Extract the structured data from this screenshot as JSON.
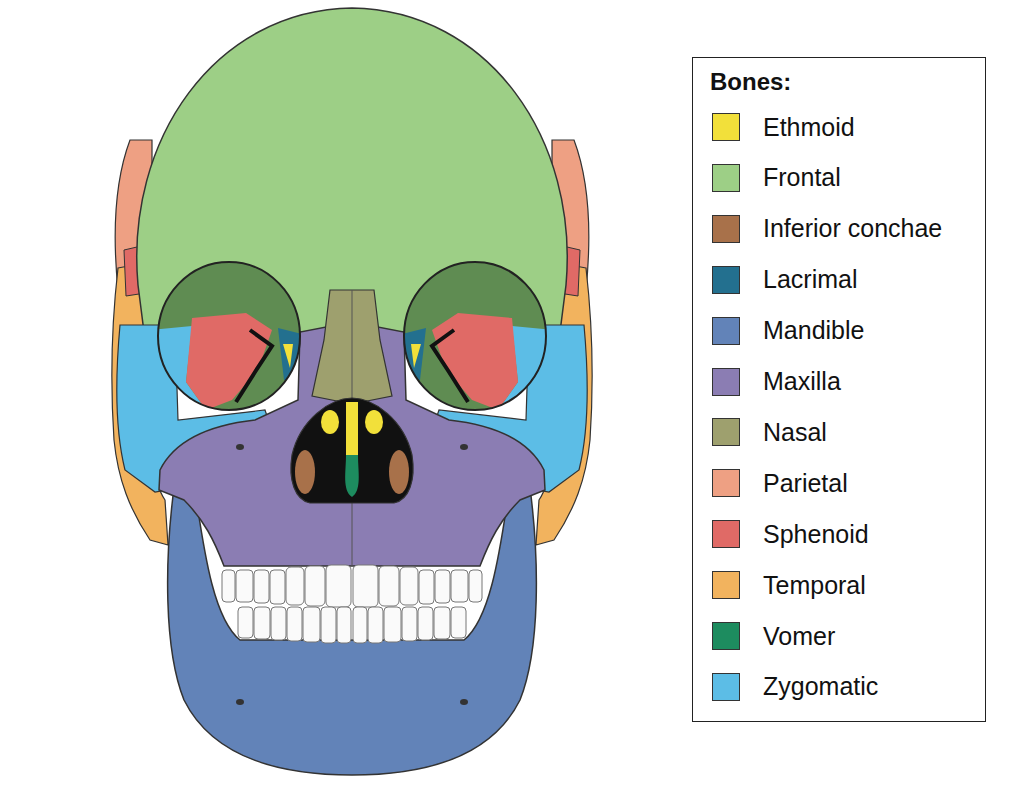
{
  "diagram": {
    "labels": [
      "Bones:"
    ],
    "legend": [
      {
        "text": "Ethmoid",
        "color": "#f2e03a"
      },
      {
        "text": "Frontal",
        "color": "#9dcf86"
      },
      {
        "text": "Inferior conchae",
        "color": "#a8714a"
      },
      {
        "text": "Lacrimal",
        "color": "#23708f"
      },
      {
        "text": "Mandible",
        "color": "#6283b8"
      },
      {
        "text": "Maxilla",
        "color": "#8b7db3"
      },
      {
        "text": "Nasal",
        "color": "#9ea06e"
      },
      {
        "text": "Parietal",
        "color": "#eea083"
      },
      {
        "text": "Sphenoid",
        "color": "#e06a66"
      },
      {
        "text": "Temporal",
        "color": "#f2b35e"
      },
      {
        "text": "Vomer",
        "color": "#1d8c5f"
      },
      {
        "text": "Zygomatic",
        "color": "#5cbde6"
      }
    ]
  }
}
